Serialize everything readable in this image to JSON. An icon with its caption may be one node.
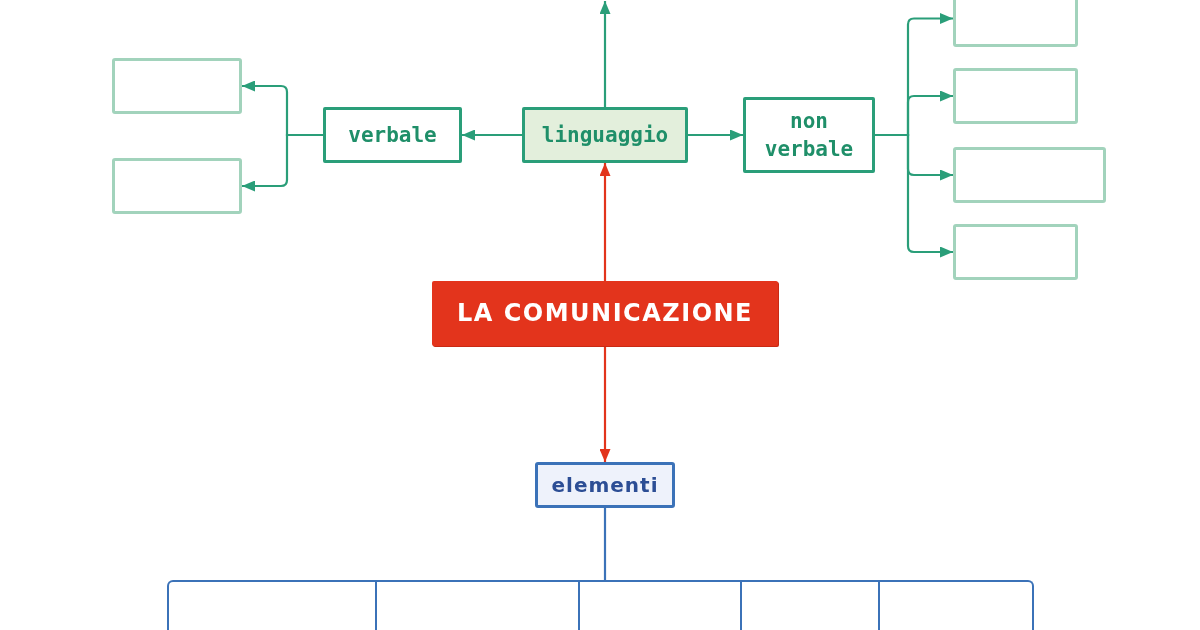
{
  "diagram": {
    "nodes": [
      {
        "text": [
          "LA COMUNICAZIONE"
        ]
      },
      {
        "text": [
          "linguaggio"
        ]
      },
      {
        "text": [
          "verbale"
        ]
      },
      {
        "text": [
          "non verbale"
        ]
      },
      {
        "text": [],
        "shape": "box"
      },
      {
        "text": [],
        "shape": "box"
      },
      {
        "text": [],
        "shape": "box"
      },
      {
        "text": [],
        "shape": "box"
      },
      {
        "text": [],
        "shape": "box"
      },
      {
        "text": [],
        "shape": "box"
      },
      {
        "text": [
          "elementi"
        ]
      },
      {
        "text": [],
        "shape": "box"
      },
      {
        "text": [],
        "shape": "box"
      },
      {
        "text": [],
        "shape": "box"
      },
      {
        "text": [],
        "shape": "box"
      },
      {
        "text": [],
        "shape": "box"
      }
    ],
    "edges": [
      {
        "from": 0,
        "to": 1,
        "arrow": "to",
        "color": "#e2341c"
      },
      {
        "from": 0,
        "to": 10,
        "arrow": "to",
        "color": "#e2341c"
      },
      {
        "from": 1,
        "to": null,
        "arrow": "to"
      },
      {
        "from": 1,
        "to": 2,
        "arrow": "to"
      },
      {
        "from": 1,
        "to": 3,
        "arrow": "to"
      },
      {
        "from": 2,
        "to": 4,
        "arrow": "to"
      },
      {
        "from": 2,
        "to": 5,
        "arrow": "to"
      },
      {
        "from": 3,
        "to": 6,
        "arrow": "to"
      },
      {
        "from": 3,
        "to": 7,
        "arrow": "to"
      },
      {
        "from": 3,
        "to": 8,
        "arrow": "to"
      },
      {
        "from": 3,
        "to": 9,
        "arrow": "to"
      },
      {
        "from": 10,
        "to": 13,
        "arrow": "none",
        "color": "#3b72b8"
      }
    ]
  }
}
